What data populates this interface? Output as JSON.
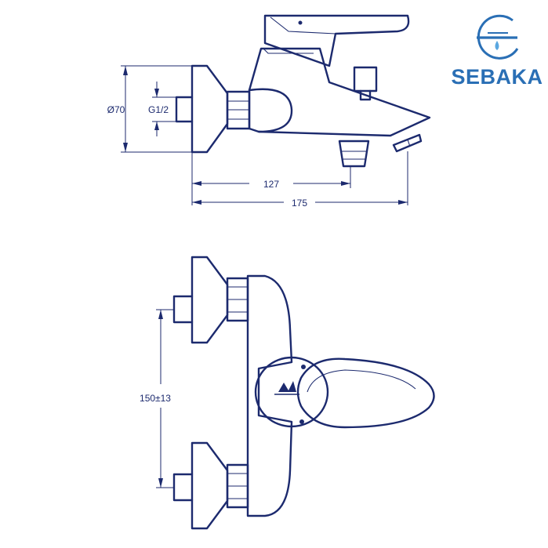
{
  "brand": {
    "name": "SEBAKA",
    "logo_icon": "water-tap-drop-icon",
    "colors": {
      "primary": "#2a6fb5",
      "accent": "#5aa7e0"
    }
  },
  "drawing": {
    "line_color": "#1c2a6e",
    "dimensions": {
      "diameter": "Ø70",
      "thread": "G1/2",
      "depth_spout": "127",
      "depth_total": "175",
      "center_distance": "150±13"
    }
  }
}
